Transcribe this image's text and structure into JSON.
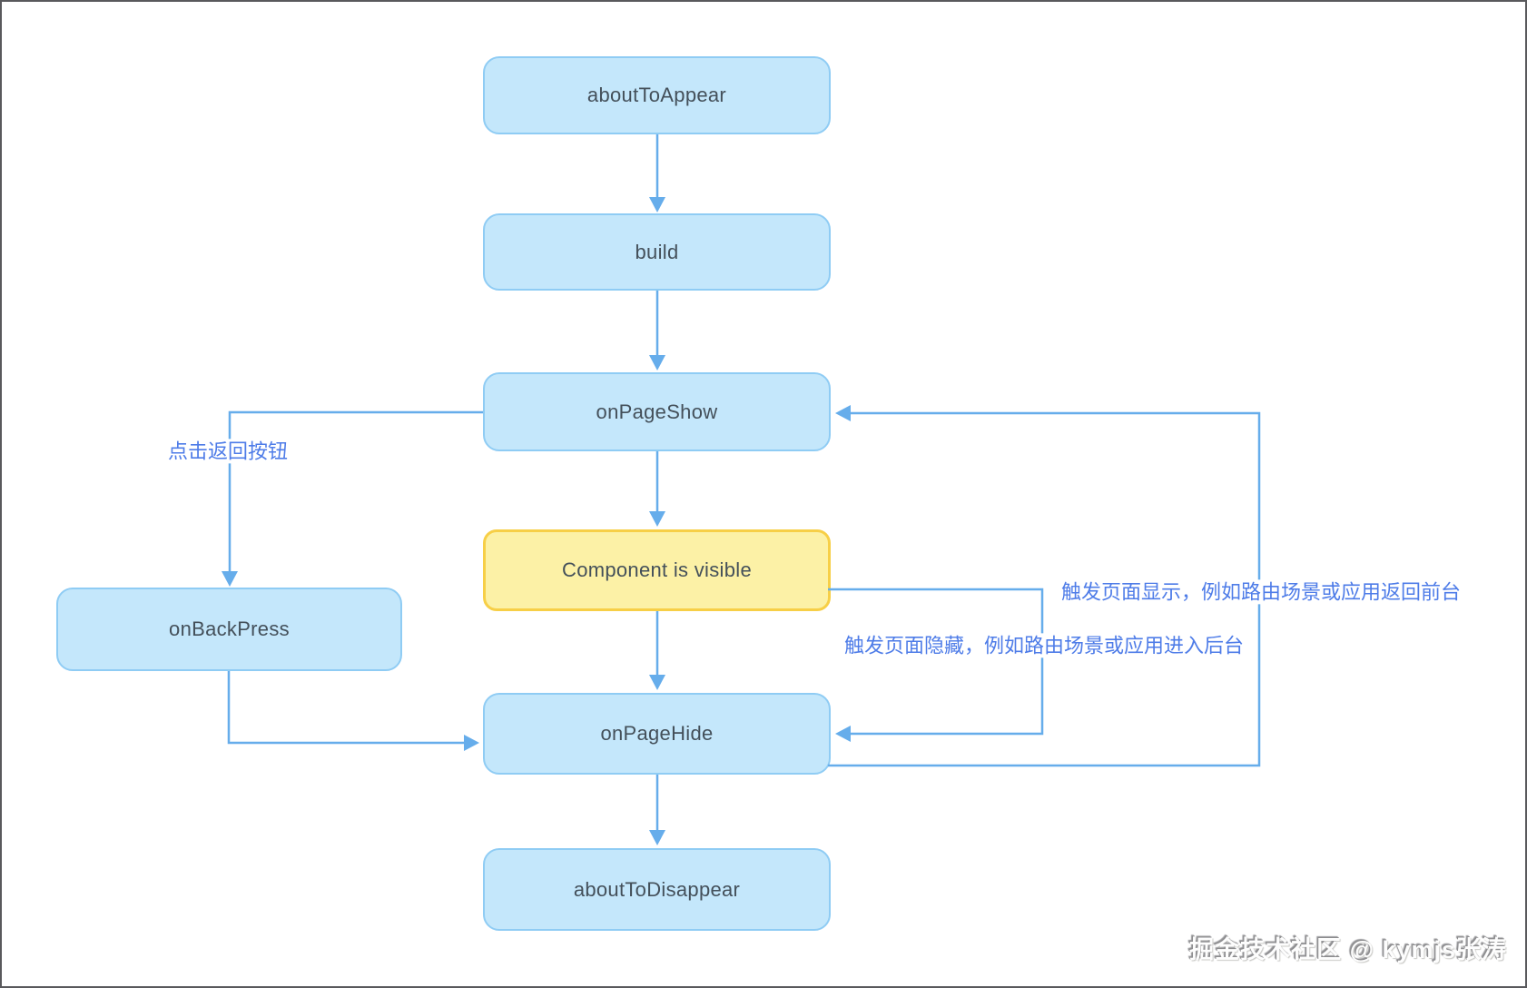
{
  "diagram": {
    "title_semantic": "ArkUI page lifecycle flowchart",
    "nodes": [
      {
        "id": "aboutToAppear",
        "label": "aboutToAppear",
        "style": "blue"
      },
      {
        "id": "build",
        "label": "build",
        "style": "blue"
      },
      {
        "id": "onPageShow",
        "label": "onPageShow",
        "style": "blue"
      },
      {
        "id": "componentVisible",
        "label": "Component is visible",
        "style": "yellow"
      },
      {
        "id": "onBackPress",
        "label": "onBackPress",
        "style": "blue"
      },
      {
        "id": "onPageHide",
        "label": "onPageHide",
        "style": "blue"
      },
      {
        "id": "aboutToDisappear",
        "label": "aboutToDisappear",
        "style": "blue"
      }
    ],
    "edges": [
      {
        "from": "aboutToAppear",
        "to": "build"
      },
      {
        "from": "build",
        "to": "onPageShow"
      },
      {
        "from": "onPageShow",
        "to": "componentVisible"
      },
      {
        "from": "componentVisible",
        "to": "onPageHide"
      },
      {
        "from": "onPageHide",
        "to": "aboutToDisappear"
      },
      {
        "from": "onPageShow",
        "to": "onBackPress",
        "label": "点击返回按钮"
      },
      {
        "from": "onBackPress",
        "to": "onPageHide"
      },
      {
        "from": "componentVisible",
        "to": "onPageHide",
        "label": "触发页面隐藏，例如路由场景或应用进入后台"
      },
      {
        "from": "onPageHide",
        "to": "onPageShow",
        "label": "触发页面显示，例如路由场景或应用返回前台"
      }
    ],
    "annotations": {
      "back_press": "点击返回按钮",
      "page_show": "触发页面显示，例如路由场景或应用返回前台",
      "page_hide": "触发页面隐藏，例如路由场景或应用进入后台"
    },
    "watermark": "掘金技术社区 @ kymjs张涛",
    "colors": {
      "node_fill": "#c4e7fb",
      "node_border": "#8fccf4",
      "highlight_fill": "#fcf1a6",
      "highlight_border": "#f7cf47",
      "connector": "#66adeb",
      "annotation_text": "#4e7ce8",
      "node_text": "#44505a",
      "frame_border": "#59595c",
      "background": "#ffffff"
    }
  }
}
